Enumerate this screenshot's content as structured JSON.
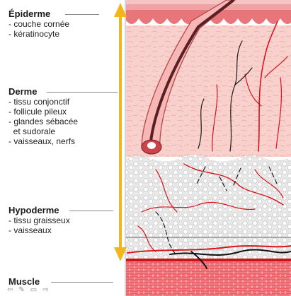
{
  "layers": [
    {
      "title": "Épiderme",
      "items": [
        "- couche cornée",
        "- kératinocyte"
      ]
    },
    {
      "title": "Derme",
      "items": [
        "- tissu conjonctif",
        "- follicule pileux",
        "- glandes sébacée",
        "  et sudorale",
        "- vaisseaux, nerfs"
      ]
    },
    {
      "title": "Hypoderme",
      "items": [
        "- tissu graisseux",
        "- vaisseaux"
      ]
    },
    {
      "title": "Muscle",
      "items": []
    }
  ],
  "colors": {
    "arrow": "#f2b51a",
    "epidermis": "#e8757a",
    "dermis": "#f7c9c4",
    "fat": "#e4e4e4",
    "vessel": "#d8141a",
    "muscle": "#e74c54"
  },
  "toolbar_icons": [
    "arrow-left-icon",
    "pen-icon",
    "slides-icon",
    "arrow-right-icon"
  ]
}
